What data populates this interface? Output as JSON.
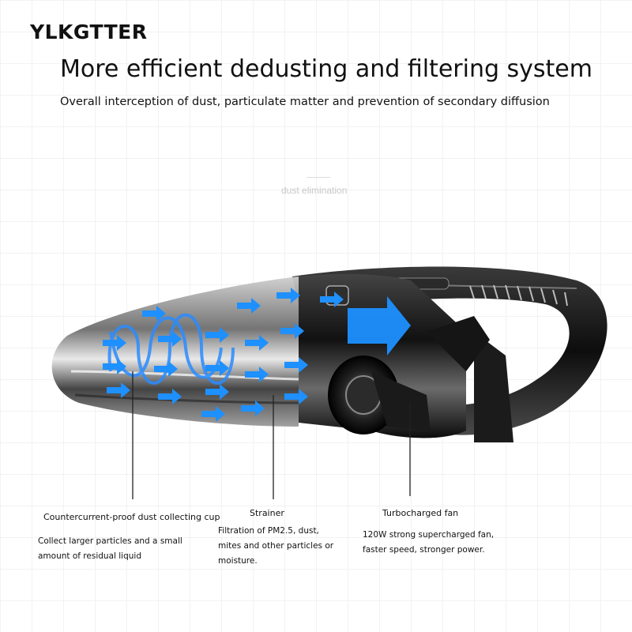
{
  "brand": "YLKGTTER",
  "headline": "More efficient dedusting and filtering system",
  "subheadline": "Overall interception of dust, particulate matter and prevention of secondary diffusion",
  "faint_caption": "dust elimination",
  "callouts": [
    {
      "title": "Countercurrent-proof dust collecting cup",
      "description": "Collect larger particles and a small amount of residual liquid"
    },
    {
      "title": "Strainer",
      "description": "Filtration of PM2.5, dust, mites and other particles or moisture."
    },
    {
      "title": "Turbocharged fan",
      "description": "120W strong supercharged fan, faster speed, stronger power."
    }
  ],
  "colors": {
    "airflow_arrow": "#1e90ff",
    "body_dark": "#1a1a1a",
    "body_chrome": "#9a9a9a"
  }
}
